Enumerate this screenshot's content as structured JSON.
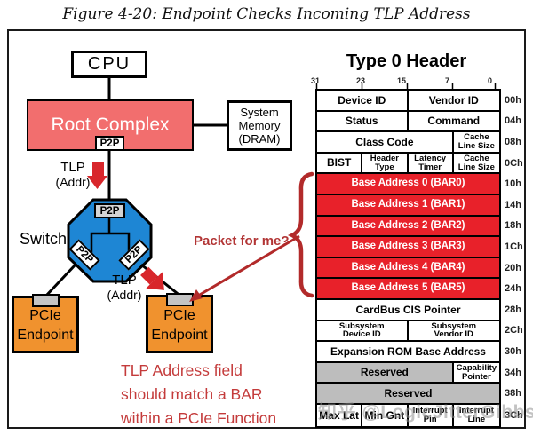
{
  "figure_title": "Figure 4-20: Endpoint Checks Incoming TLP Address",
  "diagram": {
    "cpu_label": "CPU",
    "root_complex_label": "Root Complex",
    "system_memory_lines": [
      "System",
      "Memory",
      "(DRAM)"
    ],
    "p2p_label": "P2P",
    "switch_label": "Switch",
    "tlp_label": "TLP",
    "tlp_addr_label": "(Addr)",
    "packet_question": "Packet for me?",
    "endpoint_line1": "PCIe",
    "endpoint_line2": "Endpoint",
    "note_line1": "TLP Address field",
    "note_line2": "should match a BAR",
    "note_line3": "within a PCIe Function"
  },
  "header_table": {
    "title": "Type 0 Header",
    "bit_labels": [
      "31",
      "23",
      "15",
      "7",
      "0"
    ],
    "rows": [
      {
        "offset": "00h",
        "cells": [
          {
            "t": "Device ID",
            "s": 2
          },
          {
            "t": "Vendor ID",
            "s": 2
          }
        ]
      },
      {
        "offset": "04h",
        "cells": [
          {
            "t": "Status",
            "s": 2
          },
          {
            "t": "Command",
            "s": 2
          }
        ]
      },
      {
        "offset": "08h",
        "cells": [
          {
            "t": "Class Code",
            "s": 3
          },
          {
            "t": "Cache\nLine Size",
            "s": 1,
            "small": true
          }
        ]
      },
      {
        "offset": "0Ch",
        "cells": [
          {
            "t": "BIST",
            "s": 1
          },
          {
            "t": "Header\nType",
            "s": 1,
            "small": true
          },
          {
            "t": "Latency\nTimer",
            "s": 1,
            "small": true
          },
          {
            "t": "Cache\nLine Size",
            "s": 1,
            "small": true
          }
        ]
      },
      {
        "offset": "10h",
        "cells": [
          {
            "t": "Base Address 0 (BAR0)",
            "s": 4,
            "bg": "red"
          }
        ]
      },
      {
        "offset": "14h",
        "cells": [
          {
            "t": "Base Address 1 (BAR1)",
            "s": 4,
            "bg": "red"
          }
        ]
      },
      {
        "offset": "18h",
        "cells": [
          {
            "t": "Base Address 2 (BAR2)",
            "s": 4,
            "bg": "red"
          }
        ]
      },
      {
        "offset": "1Ch",
        "cells": [
          {
            "t": "Base Address 3 (BAR3)",
            "s": 4,
            "bg": "red"
          }
        ]
      },
      {
        "offset": "20h",
        "cells": [
          {
            "t": "Base Address 4 (BAR4)",
            "s": 4,
            "bg": "red"
          }
        ]
      },
      {
        "offset": "24h",
        "cells": [
          {
            "t": "Base Address 5 (BAR5)",
            "s": 4,
            "bg": "red"
          }
        ]
      },
      {
        "offset": "28h",
        "cells": [
          {
            "t": "CardBus CIS Pointer",
            "s": 4
          }
        ]
      },
      {
        "offset": "2Ch",
        "cells": [
          {
            "t": "Subsystem\nDevice ID",
            "s": 2,
            "small": true
          },
          {
            "t": "Subsystem\nVendor ID",
            "s": 2,
            "small": true
          }
        ]
      },
      {
        "offset": "30h",
        "cells": [
          {
            "t": "Expansion ROM Base Address",
            "s": 4
          }
        ]
      },
      {
        "offset": "34h",
        "cells": [
          {
            "t": "Reserved",
            "s": 3,
            "bg": "gray"
          },
          {
            "t": "Capability\nPointer",
            "s": 1,
            "small": true
          }
        ]
      },
      {
        "offset": "38h",
        "cells": [
          {
            "t": "Reserved",
            "s": 4,
            "bg": "gray"
          }
        ]
      },
      {
        "offset": "3Ch",
        "cells": [
          {
            "t": "Max Lat",
            "s": 1
          },
          {
            "t": "Min Gnt",
            "s": 1
          },
          {
            "t": "Interrupt\nPin",
            "s": 1,
            "small": true
          },
          {
            "t": "Interrupt\nLine",
            "s": 1,
            "small": true
          }
        ]
      }
    ]
  },
  "watermark": "知乎 @LogicJitterGibbs",
  "colors": {
    "root_complex_fill": "#F26E6E",
    "switch_fill": "#1E86D4",
    "endpoint_fill": "#F0922E",
    "bar_red": "#E8212A",
    "reserved_gray": "#BDBDBD",
    "arrow_red": "#D8262B",
    "dark_red": "#B22A2A",
    "note_red": "#C43B3B"
  }
}
